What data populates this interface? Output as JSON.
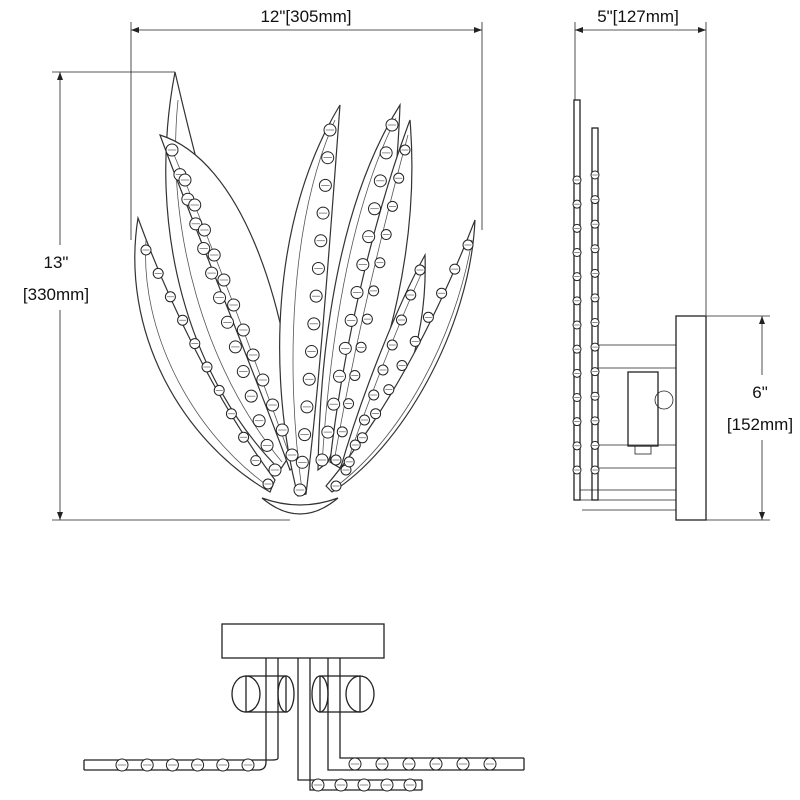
{
  "dimensions": {
    "width": "12\"[305mm]",
    "depth": "5\"[127mm]",
    "height_in": "13\"",
    "height_mm": "[330mm]",
    "backplate_in": "6\"",
    "backplate_mm": "[152mm]"
  },
  "views": [
    "front-view",
    "side-view",
    "top-view"
  ],
  "colors": {
    "line": "#222222",
    "background": "#ffffff"
  }
}
